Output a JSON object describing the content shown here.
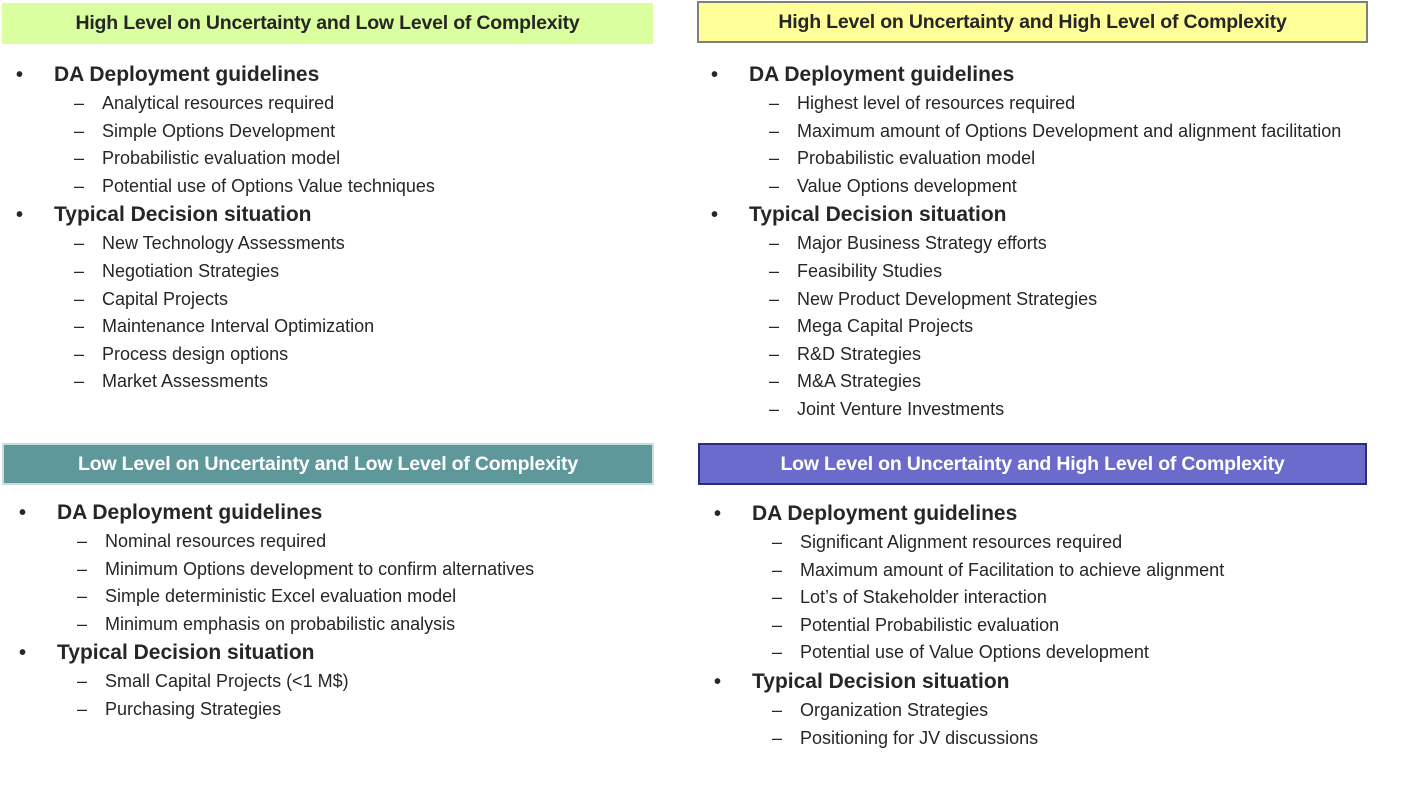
{
  "quadrants": [
    {
      "id": "tl",
      "title": "High Level on Uncertainty and Low Level of Complexity",
      "header_bg": "#d9ff9e",
      "header_border": "#d9ff9e",
      "header_color": "#262626",
      "sections": [
        {
          "title": "DA Deployment guidelines",
          "items": [
            "Analytical resources required",
            "Simple Options Development",
            "Probabilistic evaluation model",
            "Potential use of Options Value techniques"
          ]
        },
        {
          "title": "Typical Decision situation",
          "items": [
            "New Technology Assessments",
            "Negotiation Strategies",
            "Capital Projects",
            "Maintenance Interval Optimization",
            "Process design options",
            "Market Assessments"
          ]
        }
      ]
    },
    {
      "id": "tr",
      "title": "High Level on Uncertainty and High Level of Complexity",
      "header_bg": "#ffff99",
      "header_border": "#7f7f7f",
      "header_color": "#262626",
      "sections": [
        {
          "title": "DA Deployment guidelines",
          "items": [
            "Highest level of resources required",
            "Maximum amount of Options Development and alignment facilitation",
            "Probabilistic evaluation model",
            "Value Options development"
          ]
        },
        {
          "title": "Typical Decision situation",
          "items": [
            "Major Business Strategy efforts",
            "Feasibility Studies",
            "New Product Development Strategies",
            "Mega Capital Projects",
            "R&D Strategies",
            "M&A Strategies",
            "Joint Venture Investments"
          ]
        }
      ]
    },
    {
      "id": "bl",
      "title": "Low Level on Uncertainty and Low Level of Complexity",
      "header_bg": "#5f989b",
      "header_border": "#c6e0e0",
      "header_color": "#ffffff",
      "sections": [
        {
          "title": "DA Deployment guidelines",
          "items": [
            "Nominal resources required",
            "Minimum Options development to confirm alternatives",
            "Simple deterministic Excel evaluation model",
            "Minimum emphasis on probabilistic analysis"
          ]
        },
        {
          "title": "Typical Decision situation",
          "items": [
            "Small Capital Projects (<1 M$)",
            "Purchasing Strategies"
          ]
        }
      ]
    },
    {
      "id": "br",
      "title": "Low Level on Uncertainty and High Level of Complexity",
      "header_bg": "#6b6bcc",
      "header_border": "#2b2b80",
      "header_color": "#ffffff",
      "sections": [
        {
          "title": "DA Deployment guidelines",
          "items": [
            "Significant Alignment resources required",
            "Maximum amount of Facilitation to achieve alignment",
            "Lot’s of Stakeholder interaction",
            "Potential Probabilistic evaluation",
            "Potential use of Value Options development"
          ]
        },
        {
          "title": "Typical Decision situation",
          "items": [
            "Organization Strategies",
            "Positioning for JV discussions"
          ]
        }
      ]
    }
  ],
  "glyphs": {
    "bullet": "•",
    "dash": "–"
  }
}
